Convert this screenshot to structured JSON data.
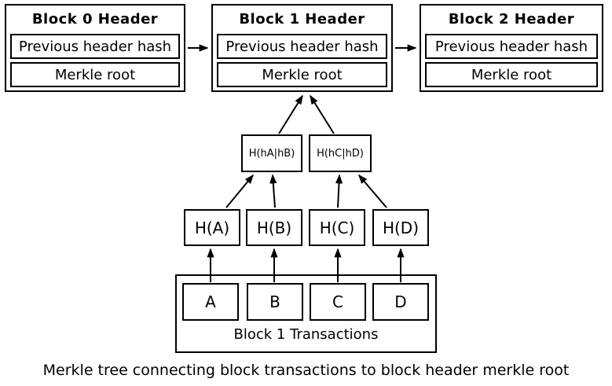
{
  "diagram": {
    "blocks": [
      {
        "title": "Block 0 Header",
        "fields": [
          "Previous header hash",
          "Merkle root"
        ]
      },
      {
        "title": "Block 1 Header",
        "fields": [
          "Previous header hash",
          "Merkle root"
        ]
      },
      {
        "title": "Block 2 Header",
        "fields": [
          "Previous header hash",
          "Merkle root"
        ]
      }
    ],
    "merkle_tree": {
      "pair_hash_nodes": [
        "H(hA|hB)",
        "H(hC|hD)"
      ],
      "leaf_hash_nodes": [
        "H(A)",
        "H(B)",
        "H(C)",
        "H(D)"
      ],
      "transactions": [
        "A",
        "B",
        "C",
        "D"
      ],
      "transactions_container_label": "Block 1 Transactions"
    },
    "edges": [
      {
        "from": "Block 0 Header",
        "to": "Block 1 Previous header hash"
      },
      {
        "from": "Block 1 Header",
        "to": "Block 2 Previous header hash"
      },
      {
        "from": "H(hA|hB)",
        "to": "Block 1 Merkle root"
      },
      {
        "from": "H(hC|hD)",
        "to": "Block 1 Merkle root"
      },
      {
        "from": "H(A)",
        "to": "H(hA|hB)"
      },
      {
        "from": "H(B)",
        "to": "H(hA|hB)"
      },
      {
        "from": "H(C)",
        "to": "H(hC|hD)"
      },
      {
        "from": "H(D)",
        "to": "H(hC|hD)"
      },
      {
        "from": "A",
        "to": "H(A)"
      },
      {
        "from": "B",
        "to": "H(B)"
      },
      {
        "from": "C",
        "to": "H(C)"
      },
      {
        "from": "D",
        "to": "H(D)"
      }
    ],
    "caption": "Merkle tree connecting block transactions to block header merkle root",
    "colors": {
      "line": "#000000",
      "text": "#000000",
      "background": "#ffffff",
      "box_fill": "#ffffff"
    }
  }
}
